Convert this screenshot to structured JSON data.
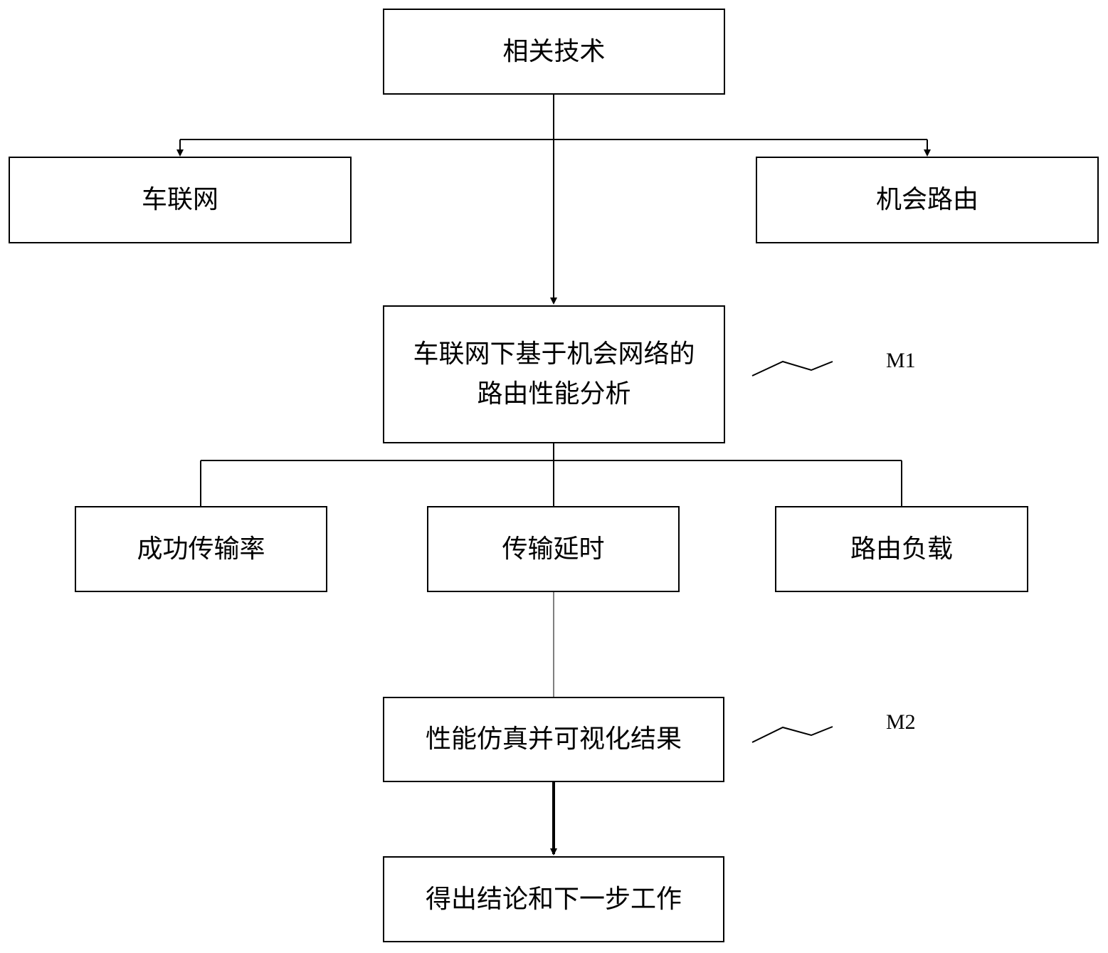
{
  "diagram": {
    "nodes": {
      "related_tech": "相关技术",
      "iov": "车联网",
      "opportunistic_routing": "机会路由",
      "analysis": "车联网下基于机会网络的路由性能分析",
      "success_rate": "成功传输率",
      "delay": "传输延时",
      "routing_load": "路由负载",
      "simulation": "性能仿真并可视化结果",
      "conclusion": "得出结论和下一步工作"
    },
    "markers": {
      "m1": "M1",
      "m2": "M2"
    }
  }
}
